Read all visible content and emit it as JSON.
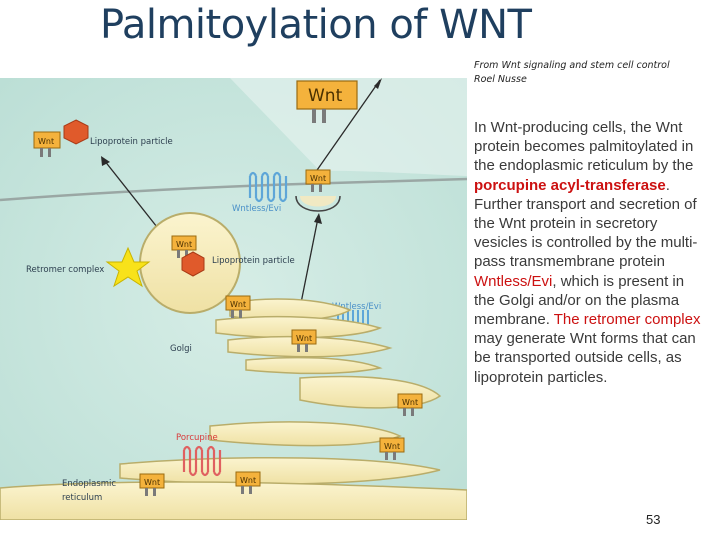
{
  "slide": {
    "title": "Palmitoylation of WNT",
    "credit_line1": "From Wnt signaling and stem cell control",
    "credit_line2": "Roel Nusse",
    "page_number": "53"
  },
  "body": {
    "t1": "In Wnt-producing cells, the Wnt protein becomes palmitoylated  in the endoplasmic reticulum by the ",
    "t2": "porcupine acyl-transferase",
    "t3": ". Further transport and secretion of the Wnt protein in secretory vesicles is controlled by the multi-pass transmembrane protein ",
    "t4": "Wntless/Evi",
    "t5": ", which is present in the Golgi and/or on the plasma membrane. ",
    "t6": "The retromer complex",
    "t7": " may generate Wnt forms that can be transported outside cells, as  lipoprotein particles."
  },
  "diagram": {
    "wnt_label": "Wnt",
    "lipoprotein_label": "Lipoprotein particle",
    "wntless_label": "Wntless/Evi",
    "retromer_label": "Retromer complex",
    "golgi_label": "Golgi",
    "porcupine_label": "Porcupine",
    "er_label_1": "Endoplasmic",
    "er_label_2": "reticulum",
    "colors": {
      "background": "#c9e6de",
      "membrane": "#f7eebe",
      "membrane_edge": "#b9ad6a",
      "wnt_box": "#f4b23c",
      "lipoprotein": "#e05a2b",
      "star": "#f8e21a",
      "wntless": "#5ea6d8",
      "porcupine": "#e06060"
    }
  }
}
